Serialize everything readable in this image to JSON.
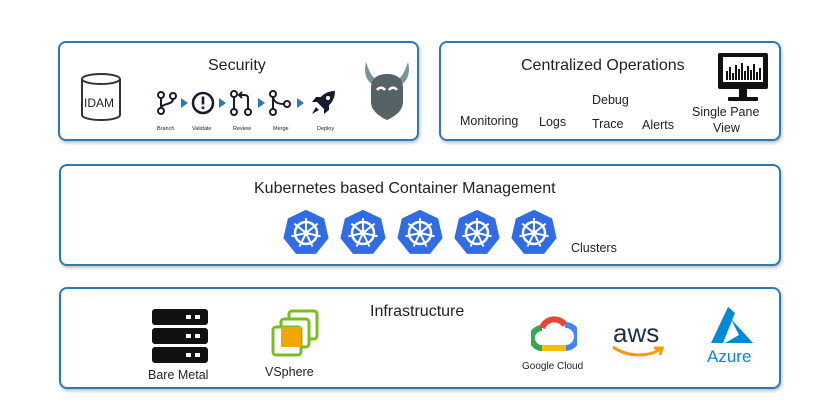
{
  "security": {
    "title": "Security",
    "idam": "IDAM",
    "steps": [
      "Branch",
      "Validate",
      "Review",
      "Merge",
      "Deploy"
    ]
  },
  "operations": {
    "title": "Centralized Operations",
    "items": [
      "Monitoring",
      "Logs",
      "Debug",
      "Trace",
      "Alerts",
      "Single Pane",
      "View"
    ]
  },
  "kubernetes": {
    "title": "Kubernetes based Container Management",
    "clusters_label": "Clusters"
  },
  "infrastructure": {
    "title": "Infrastructure",
    "bare_metal": "Bare Metal",
    "vsphere": "VSphere",
    "google_cloud": "Google Cloud",
    "aws": "aws",
    "azure": "Azure"
  },
  "colors": {
    "border": "#2a7bb5",
    "kubernetes": "#326ce5",
    "azure": "#0089d6",
    "vsphere": "#78be20",
    "aws_orange": "#ff9900"
  }
}
